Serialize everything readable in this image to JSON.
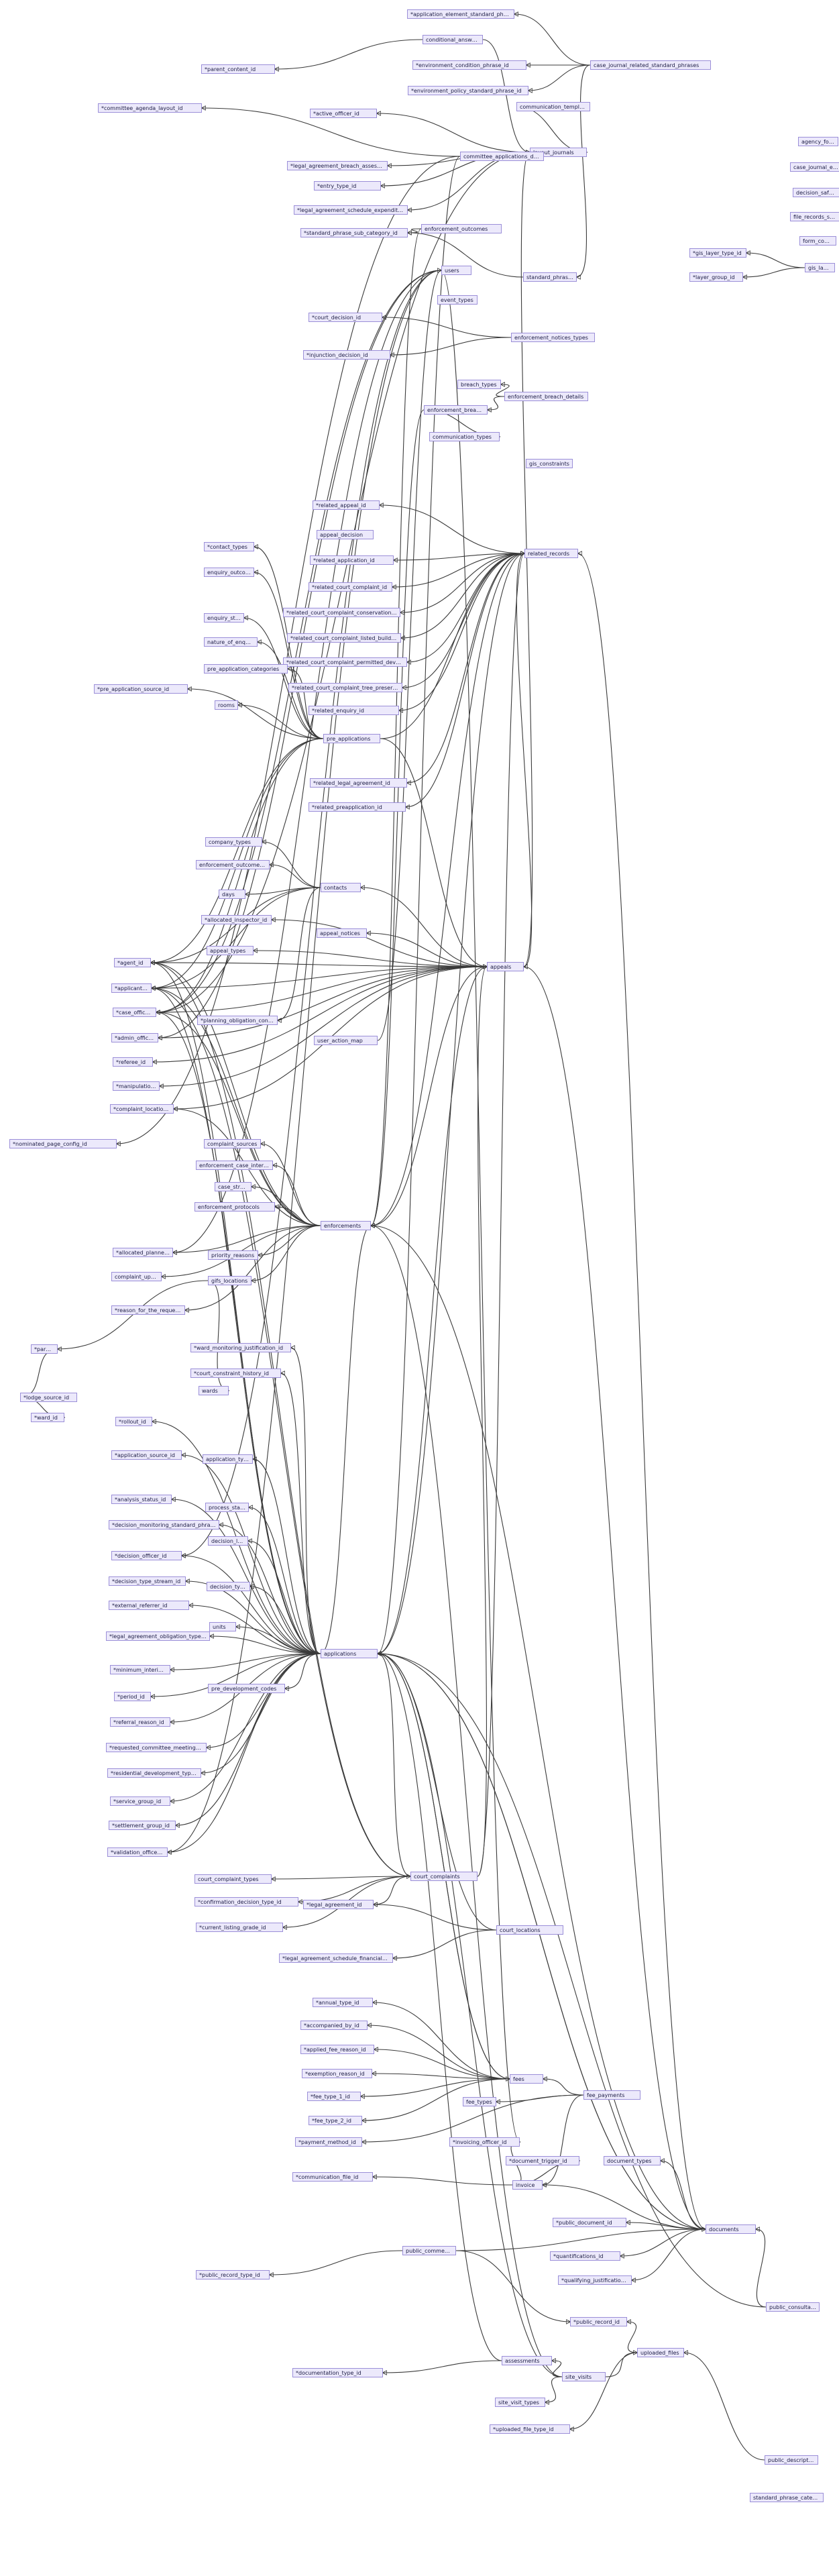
{
  "diagram": {
    "type": "entity-relationship graph",
    "colors": {
      "node_fill": "#ece9fb",
      "node_border": "#9b8fd8",
      "edge": "#3a3a3a",
      "background": "#ffffff"
    },
    "nodes": [
      {
        "id": "n1",
        "label": "*application_element_standard_phrase_id"
      },
      {
        "id": "n2",
        "label": "conditional_answers"
      },
      {
        "id": "n3",
        "label": "*parent_content_id"
      },
      {
        "id": "n4",
        "label": "*environment_condition_phrase_id"
      },
      {
        "id": "n5",
        "label": "case_journal_related_standard_phrases"
      },
      {
        "id": "n6",
        "label": "*environment_policy_standard_phrase_id"
      },
      {
        "id": "n7",
        "label": "*committee_agenda_layout_id"
      },
      {
        "id": "n8",
        "label": "*active_officer_id"
      },
      {
        "id": "n9",
        "label": "communication_templates"
      },
      {
        "id": "n10",
        "label": "layout_journals"
      },
      {
        "id": "n11",
        "label": "committee_applications_days"
      },
      {
        "id": "n12",
        "label": "*legal_agreement_breach_assessment_id"
      },
      {
        "id": "n13",
        "label": "agency_formats"
      },
      {
        "id": "n14",
        "label": "case_journal_entry_types"
      },
      {
        "id": "n15",
        "label": "decision_safeguards"
      },
      {
        "id": "n16",
        "label": "file_records_statuses"
      },
      {
        "id": "n17",
        "label": "form_codes"
      },
      {
        "id": "n18",
        "label": "*entry_type_id"
      },
      {
        "id": "n19",
        "label": "*legal_agreement_schedule_expenditure_id"
      },
      {
        "id": "n20",
        "label": "enforcement_outcomes"
      },
      {
        "id": "n21",
        "label": "*standard_phrase_sub_category_id"
      },
      {
        "id": "n22",
        "label": "users"
      },
      {
        "id": "n23",
        "label": "standard_phrases"
      },
      {
        "id": "n24",
        "label": "*gis_layer_type_id"
      },
      {
        "id": "n25",
        "label": "gis_layers"
      },
      {
        "id": "n26",
        "label": "*layer_group_id"
      },
      {
        "id": "n27",
        "label": "event_types"
      },
      {
        "id": "n28",
        "label": "*court_decision_id"
      },
      {
        "id": "n29",
        "label": "enforcement_notices_types"
      },
      {
        "id": "n30",
        "label": "*injunction_decision_id"
      },
      {
        "id": "n31",
        "label": "breach_types"
      },
      {
        "id": "n32",
        "label": "enforcement_breach_details"
      },
      {
        "id": "n33",
        "label": "enforcement_breaches"
      },
      {
        "id": "n34",
        "label": "communication_types"
      },
      {
        "id": "n35",
        "label": "gis_constraints"
      },
      {
        "id": "n36",
        "label": "*related_appeal_id"
      },
      {
        "id": "n37",
        "label": "appeal_decision"
      },
      {
        "id": "n38",
        "label": "related_records"
      },
      {
        "id": "n39",
        "label": "*related_application_id"
      },
      {
        "id": "n40",
        "label": "*related_court_complaint_id"
      },
      {
        "id": "n41",
        "label": "*contact_types"
      },
      {
        "id": "n42",
        "label": "enquiry_outcome"
      },
      {
        "id": "n43",
        "label": "*related_court_complaint_conservation_area_id"
      },
      {
        "id": "n44",
        "label": "enquiry_stage"
      },
      {
        "id": "n45",
        "label": "*related_court_complaint_listed_building_id"
      },
      {
        "id": "n46",
        "label": "nature_of_enquiries"
      },
      {
        "id": "n47",
        "label": "*related_court_complaint_permitted_development_id"
      },
      {
        "id": "n48",
        "label": "pre_application_categories"
      },
      {
        "id": "n49",
        "label": "*pre_application_source_id"
      },
      {
        "id": "n50",
        "label": "*related_court_complaint_tree_preservation_id"
      },
      {
        "id": "n51",
        "label": "*related_enquiry_id"
      },
      {
        "id": "n52",
        "label": "rooms"
      },
      {
        "id": "n53",
        "label": "pre_applications"
      },
      {
        "id": "n54",
        "label": "*related_legal_agreement_id"
      },
      {
        "id": "n55",
        "label": "*related_preapplication_id"
      },
      {
        "id": "n56",
        "label": "company_types"
      },
      {
        "id": "n57",
        "label": "enforcement_outcome_types"
      },
      {
        "id": "n58",
        "label": "days"
      },
      {
        "id": "n59",
        "label": "contacts"
      },
      {
        "id": "n60",
        "label": "*allocated_inspector_id"
      },
      {
        "id": "n61",
        "label": "appeal_notices"
      },
      {
        "id": "n62",
        "label": "appeal_types"
      },
      {
        "id": "n63",
        "label": "*agent_id"
      },
      {
        "id": "n64",
        "label": "appeals"
      },
      {
        "id": "n65",
        "label": "*applicant_id"
      },
      {
        "id": "n66",
        "label": "*case_officer_id"
      },
      {
        "id": "n67",
        "label": "*planning_obligation_contact_id"
      },
      {
        "id": "n68",
        "label": "user_action_map"
      },
      {
        "id": "n69",
        "label": "*admin_officer_id"
      },
      {
        "id": "n70",
        "label": "*referee_id"
      },
      {
        "id": "n71",
        "label": "*manipulation_id"
      },
      {
        "id": "n72",
        "label": "*complaint_location_id"
      },
      {
        "id": "n73",
        "label": "*nominated_page_config_id"
      },
      {
        "id": "n74",
        "label": "complaint_sources"
      },
      {
        "id": "n75",
        "label": "enforcement_case_interests"
      },
      {
        "id": "n76",
        "label": "case_stream"
      },
      {
        "id": "n77",
        "label": "enforcement_protocols"
      },
      {
        "id": "n78",
        "label": "enforcements"
      },
      {
        "id": "n79",
        "label": "*allocated_planner_id"
      },
      {
        "id": "n80",
        "label": "complaint_update"
      },
      {
        "id": "n81",
        "label": "priority_reasons"
      },
      {
        "id": "n82",
        "label": "gifs_locations"
      },
      {
        "id": "n83",
        "label": "*reason_for_the_request_id"
      },
      {
        "id": "n84",
        "label": "*parent_id"
      },
      {
        "id": "n85",
        "label": "*ward_monitoring_justification_id"
      },
      {
        "id": "n86",
        "label": "*court_constraint_history_id"
      },
      {
        "id": "n87",
        "label": "*lodge_source_id"
      },
      {
        "id": "n88",
        "label": "wards"
      },
      {
        "id": "n89",
        "label": "*ward_id"
      },
      {
        "id": "n90",
        "label": "*rollout_id"
      },
      {
        "id": "n91",
        "label": "*application_source_id"
      },
      {
        "id": "n92",
        "label": "application_types"
      },
      {
        "id": "n93",
        "label": "*analysis_status_id"
      },
      {
        "id": "n94",
        "label": "process_stages"
      },
      {
        "id": "n95",
        "label": "*decision_monitoring_standard_phrase_id"
      },
      {
        "id": "n96",
        "label": "decision_levels"
      },
      {
        "id": "n97",
        "label": "*decision_officer_id"
      },
      {
        "id": "n98",
        "label": "*decision_type_stream_id"
      },
      {
        "id": "n99",
        "label": "decision_types"
      },
      {
        "id": "n100",
        "label": "*external_referrer_id"
      },
      {
        "id": "n101",
        "label": "*legal_agreement_obligation_type_id"
      },
      {
        "id": "n102",
        "label": "units"
      },
      {
        "id": "n103",
        "label": "applications"
      },
      {
        "id": "n104",
        "label": "*minimum_interim_id"
      },
      {
        "id": "n105",
        "label": "*period_id"
      },
      {
        "id": "n106",
        "label": "pre_development_codes"
      },
      {
        "id": "n107",
        "label": "*referral_reason_id"
      },
      {
        "id": "n108",
        "label": "*requested_committee_meeting_id"
      },
      {
        "id": "n109",
        "label": "*residential_development_type_id"
      },
      {
        "id": "n110",
        "label": "*service_group_id"
      },
      {
        "id": "n111",
        "label": "*settlement_group_id"
      },
      {
        "id": "n112",
        "label": "*validation_officer_id"
      },
      {
        "id": "n113",
        "label": "court_complaint_types"
      },
      {
        "id": "n114",
        "label": "court_complaints"
      },
      {
        "id": "n115",
        "label": "*confirmation_decision_type_id"
      },
      {
        "id": "n116",
        "label": "*legal_agreement_id"
      },
      {
        "id": "n117",
        "label": "*current_listing_grade_id"
      },
      {
        "id": "n118",
        "label": "court_locations"
      },
      {
        "id": "n119",
        "label": "*legal_agreement_schedule_financial_id"
      },
      {
        "id": "n120",
        "label": "*annual_type_id"
      },
      {
        "id": "n121",
        "label": "*accompanied_by_id"
      },
      {
        "id": "n122",
        "label": "*applied_fee_reason_id"
      },
      {
        "id": "n123",
        "label": "*exemption_reason_id"
      },
      {
        "id": "n124",
        "label": "fees"
      },
      {
        "id": "n125",
        "label": "fee_payments"
      },
      {
        "id": "n126",
        "label": "*fee_type_1_id"
      },
      {
        "id": "n127",
        "label": "*fee_type_2_id"
      },
      {
        "id": "n128",
        "label": "fee_types"
      },
      {
        "id": "n129",
        "label": "*payment_method_id"
      },
      {
        "id": "n130",
        "label": "*invoicing_officer_id"
      },
      {
        "id": "n131",
        "label": "*document_trigger_id"
      },
      {
        "id": "n132",
        "label": "document_types"
      },
      {
        "id": "n133",
        "label": "*communication_file_id"
      },
      {
        "id": "n134",
        "label": "invoice"
      },
      {
        "id": "n135",
        "label": "*public_document_id"
      },
      {
        "id": "n136",
        "label": "*quantifications_id"
      },
      {
        "id": "n137",
        "label": "*qualifying_justification_id"
      },
      {
        "id": "n138",
        "label": "public_comments"
      },
      {
        "id": "n139",
        "label": "*public_record_type_id"
      },
      {
        "id": "n140",
        "label": "*public_record_id"
      },
      {
        "id": "n141",
        "label": "documents"
      },
      {
        "id": "n142",
        "label": "public_consultations"
      },
      {
        "id": "n143",
        "label": "uploaded_files"
      },
      {
        "id": "n144",
        "label": "*documentation_type_id"
      },
      {
        "id": "n145",
        "label": "assessments"
      },
      {
        "id": "n146",
        "label": "site_visits"
      },
      {
        "id": "n147",
        "label": "site_visit_types"
      },
      {
        "id": "n148",
        "label": "*uploaded_file_type_id"
      },
      {
        "id": "n149",
        "label": "public_descriptions"
      },
      {
        "id": "n150",
        "label": "standard_phrase_categories"
      }
    ]
  }
}
